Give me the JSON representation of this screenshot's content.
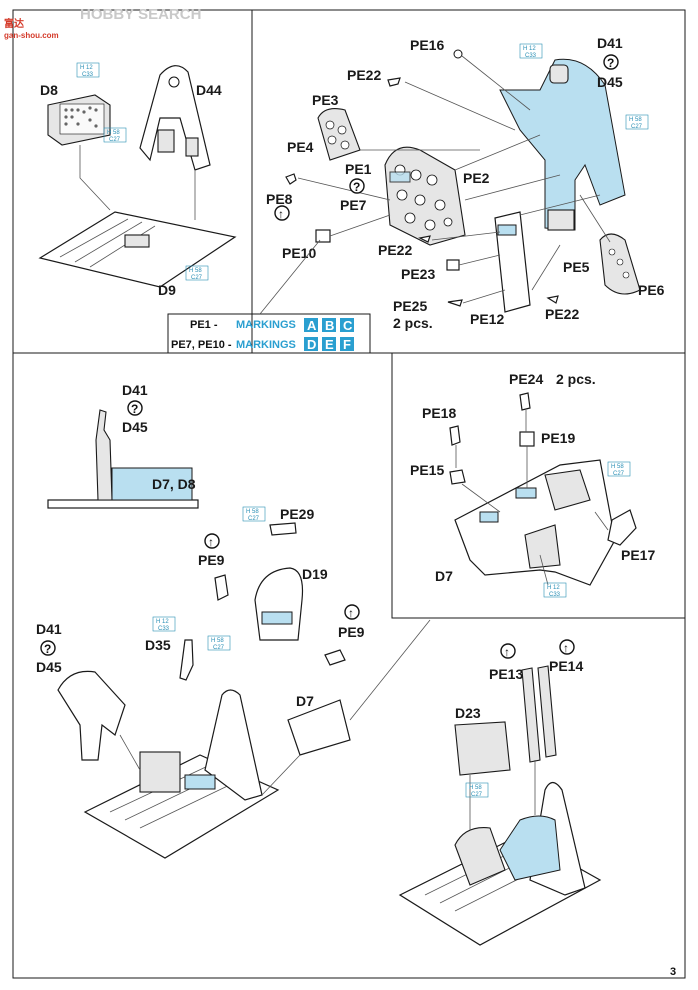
{
  "watermark": {
    "brand": "HOBBY SEARCH",
    "site": "gan-shou.com",
    "logo_text": "富达"
  },
  "page_number": "3",
  "colors": {
    "paint_code": "#2a8fb5",
    "highlight": "#b9dff0",
    "marking_box": "#2a9fd0"
  },
  "paint_codes": [
    {
      "top": "H 12",
      "bottom": "C33"
    },
    {
      "top": "H 58",
      "bottom": "C27"
    }
  ],
  "panel1": {
    "labels": [
      "D8",
      "D44",
      "D9"
    ]
  },
  "panel2": {
    "labels": [
      "PE16",
      "D41",
      "D45",
      "PE22",
      "PE3",
      "PE4",
      "PE1",
      "PE7",
      "PE2",
      "PE8",
      "PE10",
      "PE22",
      "PE23",
      "PE5",
      "PE6",
      "PE25",
      "2 pcs.",
      "PE12",
      "PE22"
    ]
  },
  "markings": [
    {
      "part": "PE1 -",
      "word": "MARKINGS",
      "letters": [
        "A",
        "B",
        "C"
      ]
    },
    {
      "part": "PE7, PE10 -",
      "word": "MARKINGS",
      "letters": [
        "D",
        "E",
        "F"
      ]
    }
  ],
  "panel3": {
    "labels": [
      "D41",
      "D45",
      "D7, D8",
      "PE29",
      "PE9",
      "D19",
      "D35",
      "PE9",
      "D41",
      "D45",
      "D7"
    ]
  },
  "panel4": {
    "labels": [
      "PE24",
      "2 pcs.",
      "PE18",
      "PE19",
      "PE15",
      "PE17",
      "D7"
    ]
  },
  "panel5": {
    "labels": [
      "PE13",
      "PE14",
      "D23"
    ]
  }
}
